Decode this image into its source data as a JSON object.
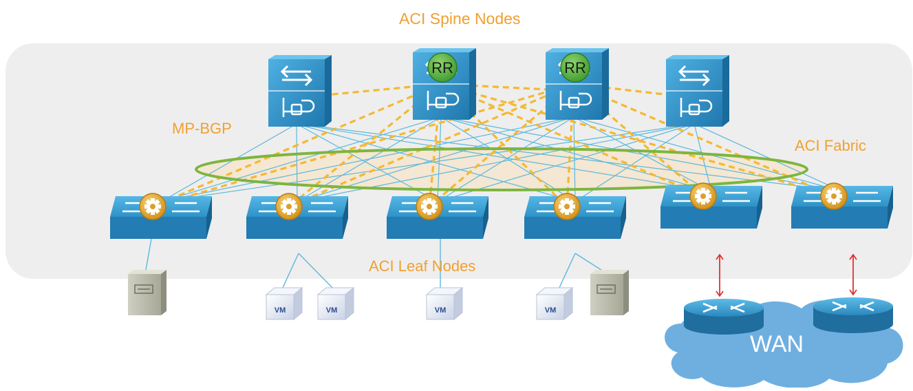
{
  "labels": {
    "spine_nodes": "ACI Spine Nodes",
    "mp_bgp": "MP-BGP",
    "aci_fabric": "ACI Fabric",
    "leaf_nodes": "ACI Leaf Nodes",
    "wan": "WAN"
  },
  "spines": [
    {
      "id": "spine-1",
      "rr": false
    },
    {
      "id": "spine-2",
      "rr": true
    },
    {
      "id": "spine-3",
      "rr": true
    },
    {
      "id": "spine-4",
      "rr": false
    }
  ],
  "rr_label": "RR",
  "vm_label": "VM",
  "leaves": [
    {
      "id": "leaf-1"
    },
    {
      "id": "leaf-2"
    },
    {
      "id": "leaf-3"
    },
    {
      "id": "leaf-4"
    },
    {
      "id": "leaf-5"
    },
    {
      "id": "leaf-6"
    }
  ],
  "endpoints": {
    "servers": 2,
    "vms": 4,
    "wan_routers": 2
  },
  "colors": {
    "label_orange": "#F0A030",
    "fabric_ring": "#7DB53F",
    "mp_bgp_dash": "#F5B830",
    "fabric_link": "#5BB8DD",
    "device_blue": "#2C8FC4",
    "rr_green": "#5BB043",
    "wan_cloud": "#6FAFE0",
    "wan_link": "#E03030",
    "fabric_panel": "#EEEEEE"
  }
}
